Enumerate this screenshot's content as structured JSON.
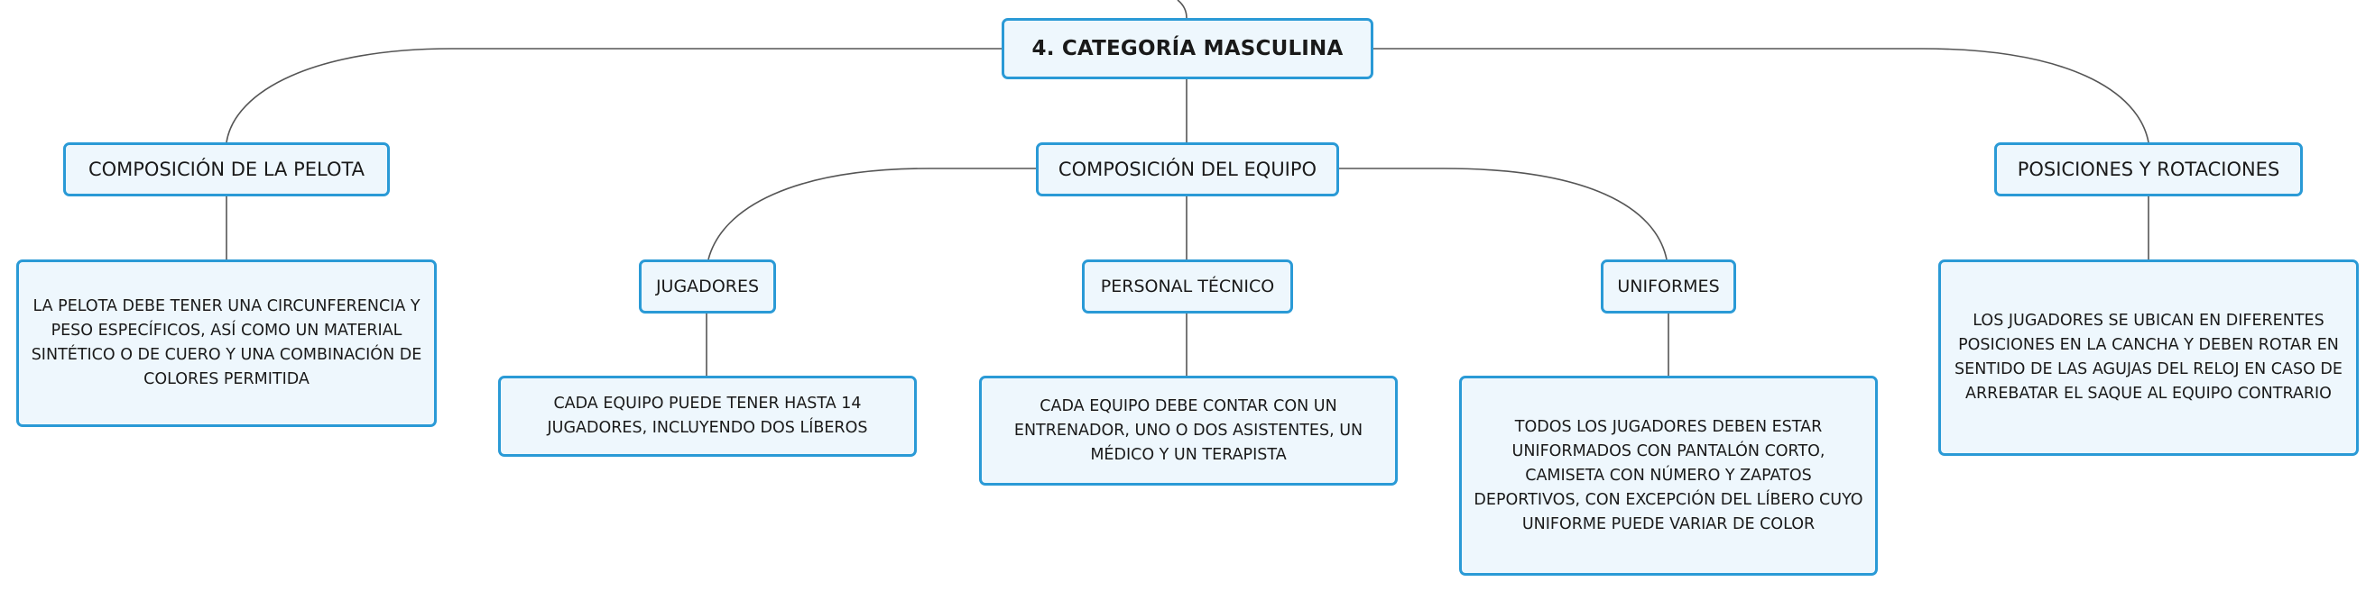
{
  "colors": {
    "node_border": "#2a9ad6",
    "node_fill": "#eef7fd",
    "connector": "#555555",
    "text": "#1a1a1a"
  },
  "diagram": {
    "root": {
      "label": "4. CATEGORÍA MASCULINA"
    },
    "pelota": {
      "label": "COMPOSICIÓN DE LA PELOTA",
      "detail": "LA PELOTA DEBE TENER UNA CIRCUNFERENCIA Y PESO ESPECÍFICOS, ASÍ COMO UN MATERIAL SINTÉTICO O DE CUERO Y UNA COMBINACIÓN DE COLORES PERMITIDA"
    },
    "equipo": {
      "label": "COMPOSICIÓN DEL EQUIPO",
      "jugadores": {
        "label": "JUGADORES",
        "detail": "CADA EQUIPO PUEDE TENER HASTA 14 JUGADORES, INCLUYENDO DOS LÍBEROS"
      },
      "personal": {
        "label": "PERSONAL TÉCNICO",
        "detail": "CADA EQUIPO DEBE CONTAR CON UN ENTRENADOR, UNO O DOS ASISTENTES, UN MÉDICO Y UN TERAPISTA"
      },
      "uniformes": {
        "label": "UNIFORMES",
        "detail": "TODOS LOS JUGADORES DEBEN ESTAR UNIFORMADOS CON PANTALÓN CORTO, CAMISETA CON NÚMERO Y ZAPATOS DEPORTIVOS, CON EXCEPCIÓN DEL LÍBERO CUYO UNIFORME PUEDE VARIAR DE COLOR"
      }
    },
    "posiciones": {
      "label": "POSICIONES Y ROTACIONES",
      "detail": "LOS JUGADORES SE UBICAN EN DIFERENTES POSICIONES EN LA CANCHA Y DEBEN ROTAR EN SENTIDO DE LAS AGUJAS DEL RELOJ EN CASO DE ARREBATAR EL SAQUE AL EQUIPO CONTRARIO"
    }
  }
}
